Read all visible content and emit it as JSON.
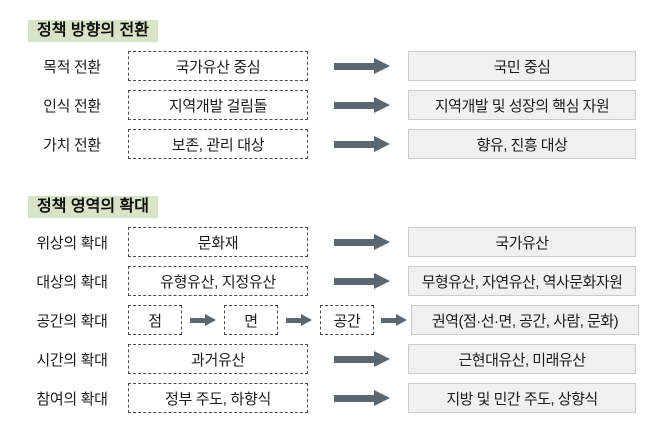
{
  "colors": {
    "section_title_bg": "#d8e4c8",
    "arrow": "#5b6670",
    "result_box_bg": "#f0f1ef",
    "result_box_border": "#c9cdca",
    "dashed_box_border": "#4d4d4d",
    "text": "#1c1c1c"
  },
  "sections": [
    {
      "title": "정책 방향의 전환",
      "rows": [
        {
          "label": "목적 전환",
          "from": [
            "국가유산 중심"
          ],
          "to": "국민 중심"
        },
        {
          "label": "인식 전환",
          "from": [
            "지역개발 걸림돌"
          ],
          "to": "지역개발 및 성장의 핵심 자원"
        },
        {
          "label": "가치 전환",
          "from": [
            "보존, 관리 대상"
          ],
          "to": "향유, 진흥 대상"
        }
      ]
    },
    {
      "title": "정책 영역의 확대",
      "rows": [
        {
          "label": "위상의 확대",
          "from": [
            "문화재"
          ],
          "to": "국가유산"
        },
        {
          "label": "대상의 확대",
          "from": [
            "유형유산, 지정유산"
          ],
          "to": "무형유산, 자연유산, 역사문화자원"
        },
        {
          "label": "공간의 확대",
          "from": [
            "점",
            "면",
            "공간"
          ],
          "to": "권역(점·선·면, 공간, 사람, 문화)"
        },
        {
          "label": "시간의 확대",
          "from": [
            "과거유산"
          ],
          "to": "근현대유산, 미래유산"
        },
        {
          "label": "참여의 확대",
          "from": [
            "정부 주도, 하향식"
          ],
          "to": "지방 및 민간 주도, 상향식"
        }
      ]
    }
  ]
}
